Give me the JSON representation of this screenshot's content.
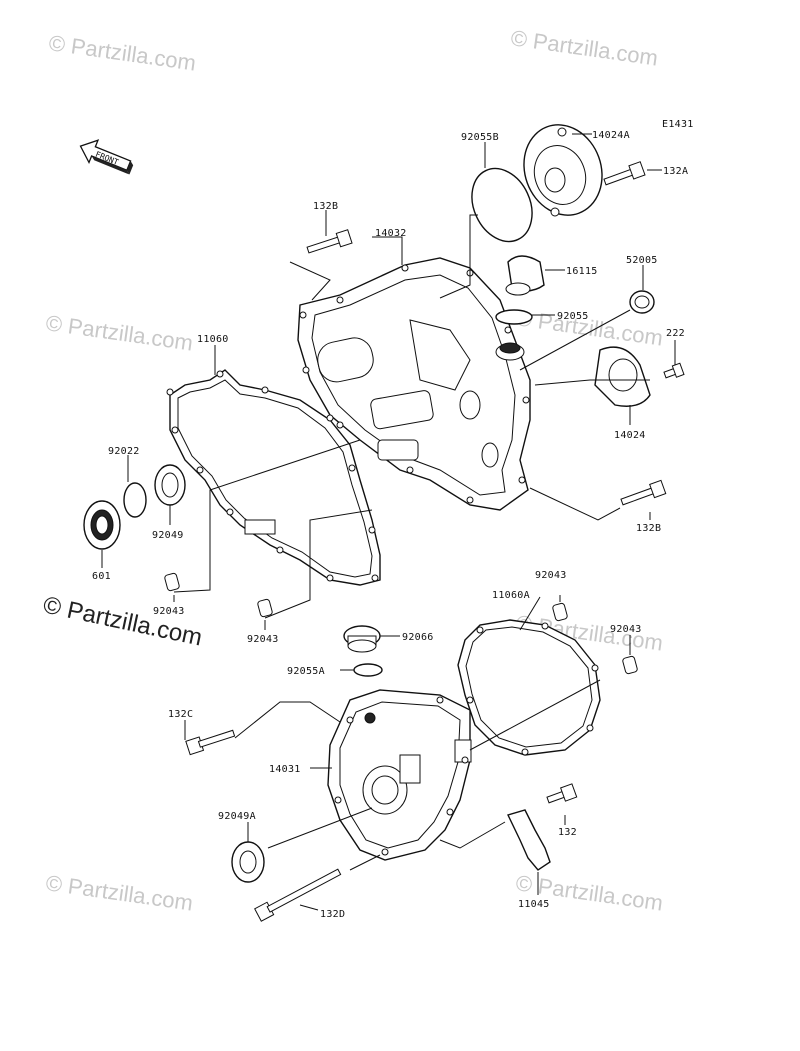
{
  "diagram": {
    "code": "E1431",
    "front_label": "FRONT",
    "watermarks": [
      "© Partzilla.com",
      "© Partzilla.com",
      "© Partzilla.com",
      "© Partzilla.com",
      "© Partzilla.com",
      "© Partzilla.com",
      "© Partzilla.com"
    ],
    "main_watermark": "© Partzilla.com",
    "parts": [
      {
        "id": "p-92055b",
        "label": "92055B"
      },
      {
        "id": "p-14024a",
        "label": "14024A"
      },
      {
        "id": "p-132a",
        "label": "132A"
      },
      {
        "id": "p-132b-top",
        "label": "132B"
      },
      {
        "id": "p-14032",
        "label": "14032"
      },
      {
        "id": "p-16115",
        "label": "16115"
      },
      {
        "id": "p-52005",
        "label": "52005"
      },
      {
        "id": "p-92055",
        "label": "92055"
      },
      {
        "id": "p-222",
        "label": "222"
      },
      {
        "id": "p-11060",
        "label": "11060"
      },
      {
        "id": "p-14024",
        "label": "14024"
      },
      {
        "id": "p-92022",
        "label": "92022"
      },
      {
        "id": "p-132b-bot",
        "label": "132B"
      },
      {
        "id": "p-92049",
        "label": "92049"
      },
      {
        "id": "p-601",
        "label": "601"
      },
      {
        "id": "p-92043-a",
        "label": "92043"
      },
      {
        "id": "p-92043-b",
        "label": "92043"
      },
      {
        "id": "p-92043-c",
        "label": "92043"
      },
      {
        "id": "p-11060a",
        "label": "11060A"
      },
      {
        "id": "p-92043-d",
        "label": "92043"
      },
      {
        "id": "p-92066",
        "label": "92066"
      },
      {
        "id": "p-92055a",
        "label": "92055A"
      },
      {
        "id": "p-132c",
        "label": "132C"
      },
      {
        "id": "p-14031",
        "label": "14031"
      },
      {
        "id": "p-132",
        "label": "132"
      },
      {
        "id": "p-92049a",
        "label": "92049A"
      },
      {
        "id": "p-11045",
        "label": "11045"
      },
      {
        "id": "p-132d",
        "label": "132D"
      }
    ]
  }
}
